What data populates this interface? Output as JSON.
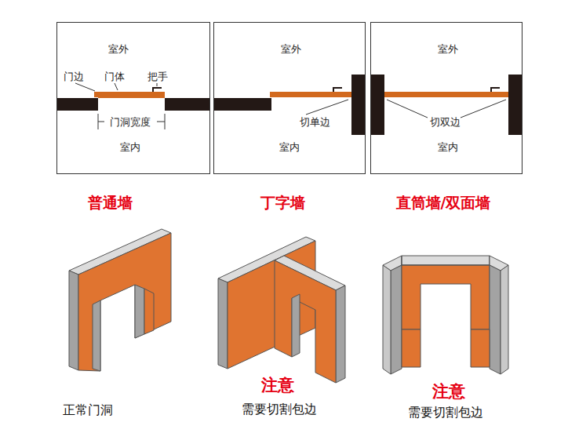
{
  "diagram": {
    "nodes": [
      {
        "text": [
          "室外",
          "门边",
          "门体",
          "把手",
          "门洞宽度",
          "室内"
        ]
      },
      {
        "text": [
          "室外",
          "切单边",
          "室内"
        ]
      },
      {
        "text": [
          "室外",
          "切双边",
          "室内"
        ]
      }
    ],
    "labels": [
      "普通墙",
      "丁字墙",
      "直筒墙/双面墙",
      "正常门洞",
      "注意",
      "需要切割包边",
      "注意",
      "需要切割包边"
    ]
  }
}
